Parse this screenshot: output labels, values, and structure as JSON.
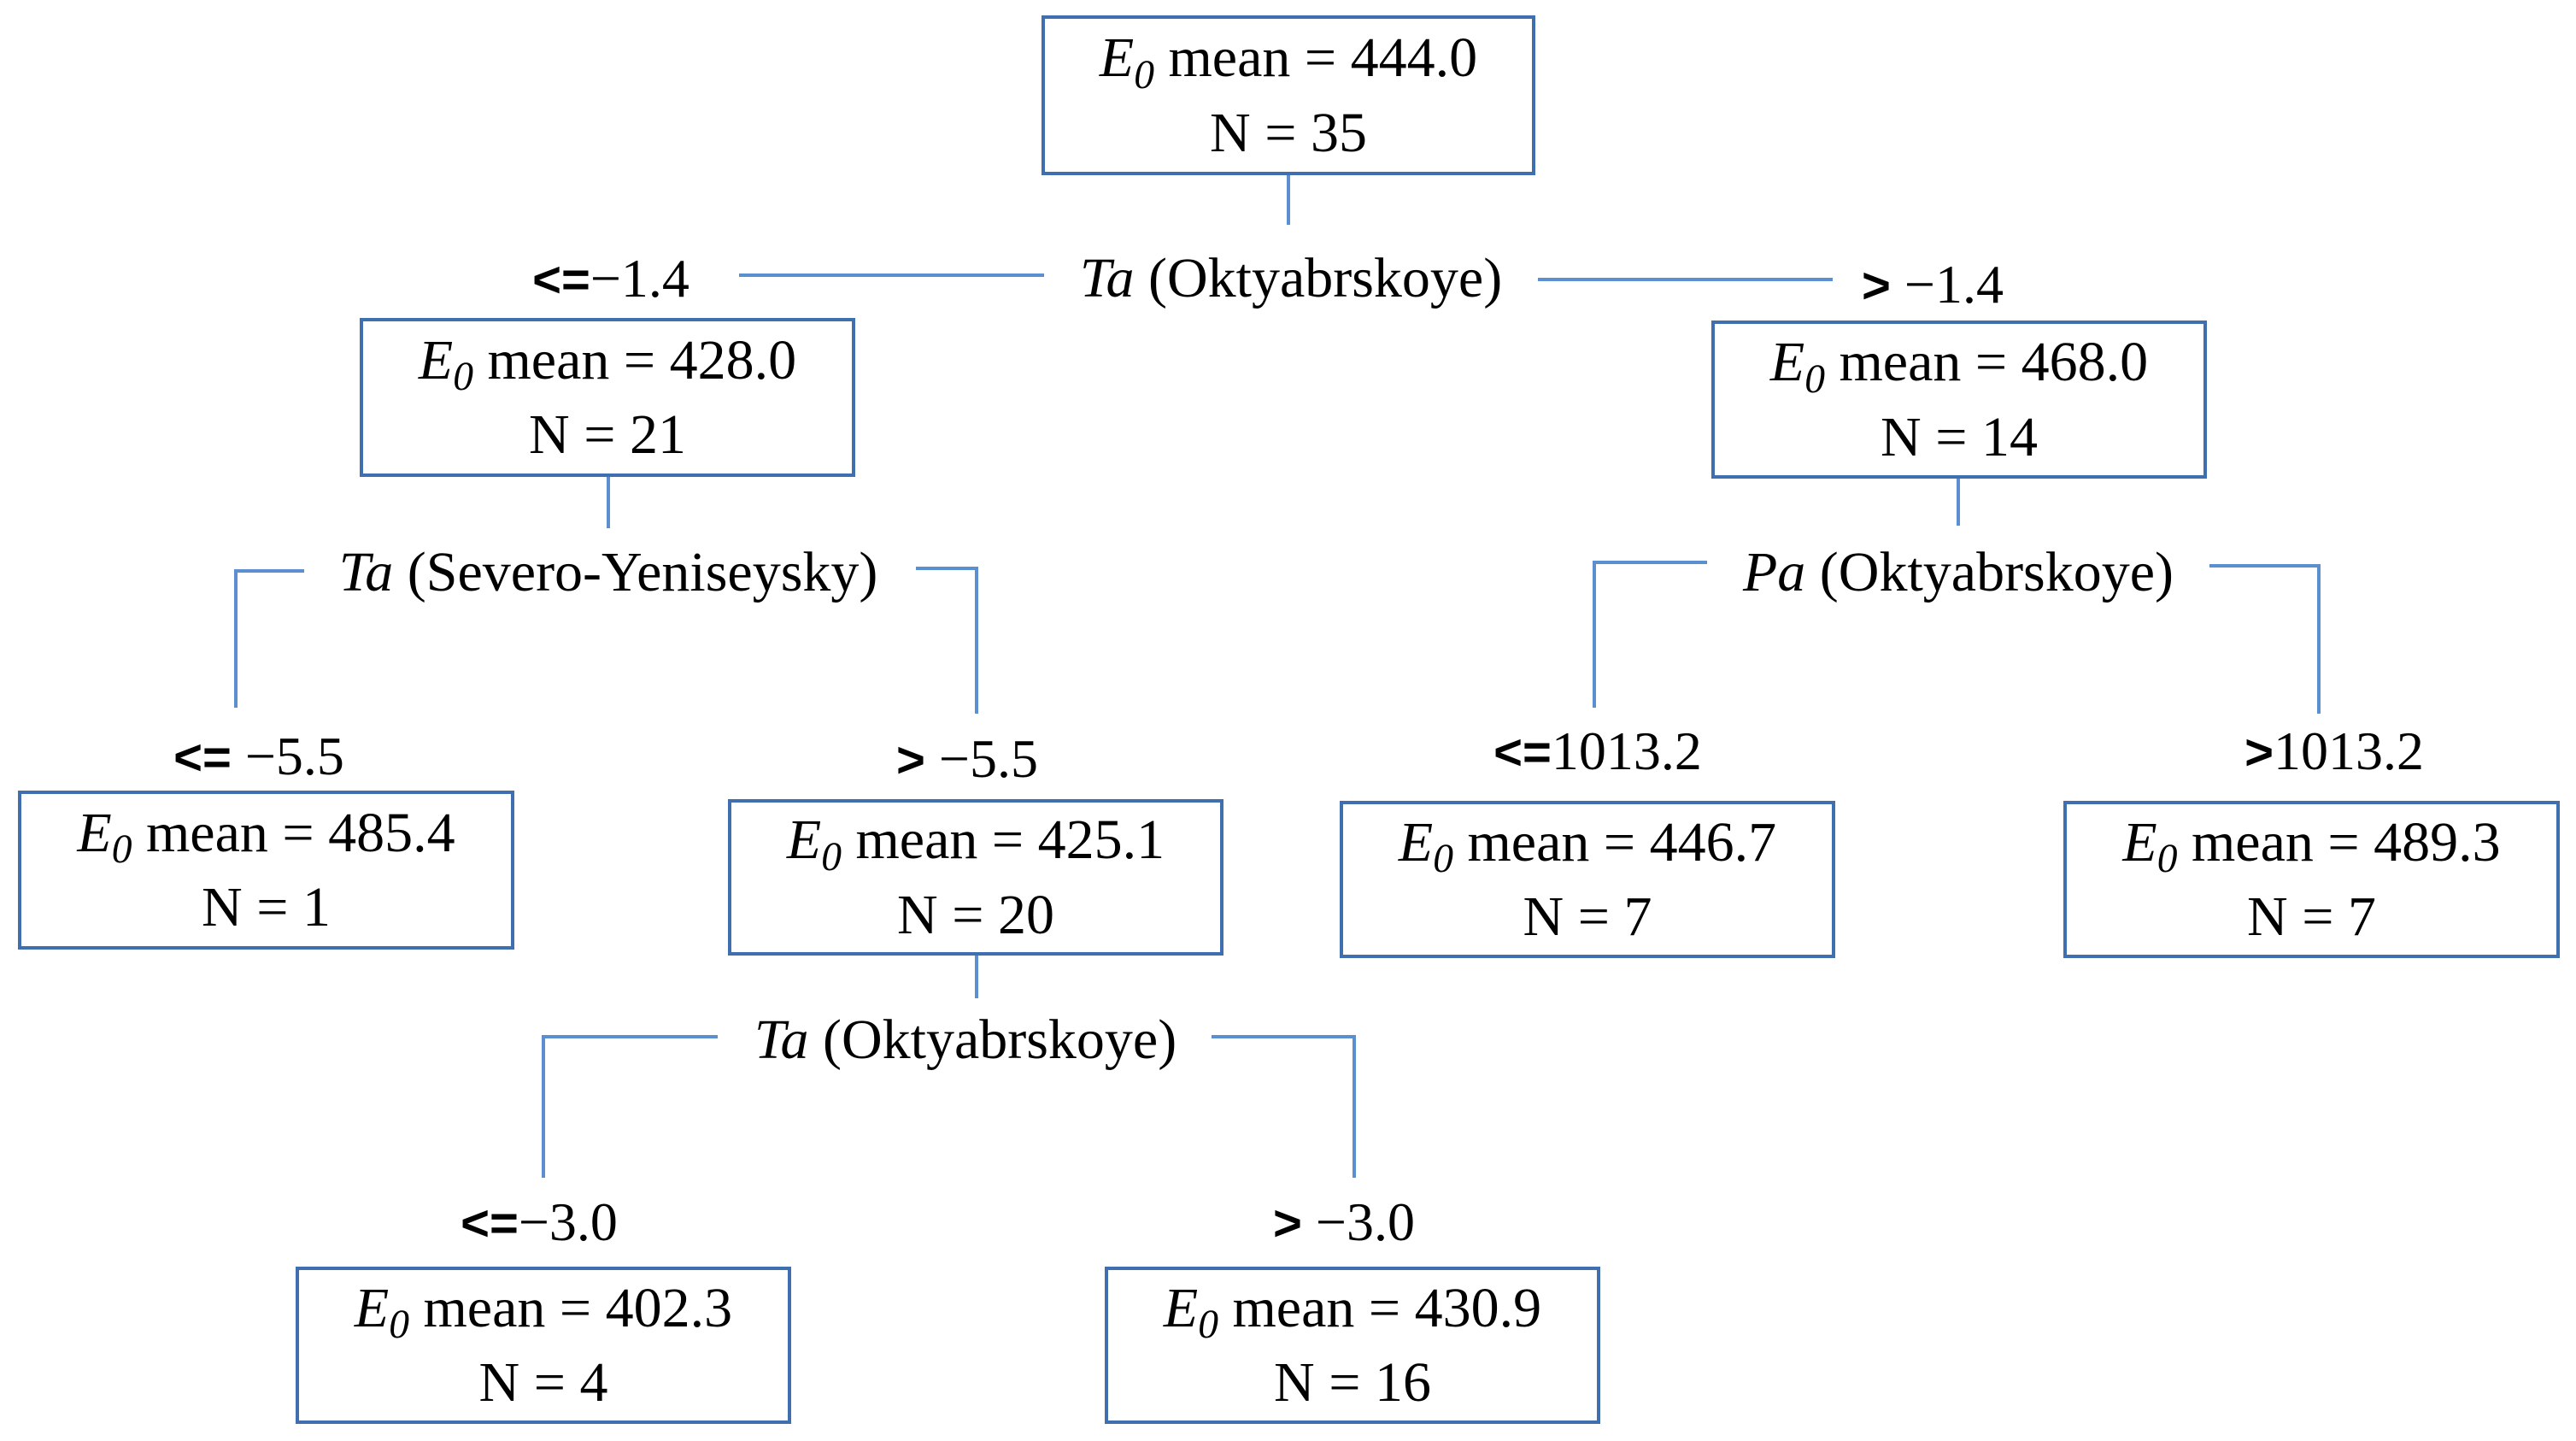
{
  "labels": {
    "mean_prefix": "E",
    "mean_subscript": "0",
    "mean_text": "mean =",
    "count_text": "N ="
  },
  "nodes": {
    "root": {
      "mean": "444.0",
      "n": "35"
    },
    "left": {
      "mean": "428.0",
      "n": "21"
    },
    "right": {
      "mean": "468.0",
      "n": "14"
    },
    "ll": {
      "mean": "485.4",
      "n": "1"
    },
    "lr": {
      "mean": "425.1",
      "n": "20"
    },
    "rl": {
      "mean": "446.7",
      "n": "7"
    },
    "rr": {
      "mean": "489.3",
      "n": "7"
    },
    "lrl": {
      "mean": "402.3",
      "n": "4"
    },
    "lrr": {
      "mean": "430.9",
      "n": "16"
    }
  },
  "splits": {
    "root": {
      "variable": "Ta",
      "station": "(Oktyabrskoye)"
    },
    "left": {
      "variable": "Ta",
      "station": "(Severo-Yeniseysky)"
    },
    "right": {
      "variable": "Pa",
      "station": "(Oktyabrskoye)"
    },
    "lr": {
      "variable": "Ta",
      "station": "(Oktyabrskoye)"
    }
  },
  "conditions": {
    "root_left": {
      "op": "<=",
      "value": "−1.4"
    },
    "root_right": {
      "op": ">",
      "value": "−1.4"
    },
    "left_left": {
      "op": "<=",
      "value": "−5.5"
    },
    "left_right": {
      "op": ">",
      "value": "−5.5"
    },
    "right_left": {
      "op": "<=",
      "value": "1013.2"
    },
    "right_right": {
      "op": ">",
      "value": "1013.2"
    },
    "lr_left": {
      "op": "<=",
      "value": "−3.0"
    },
    "lr_right": {
      "op": ">",
      "value": "−3.0"
    }
  },
  "colors": {
    "edge": "#5b8fd0",
    "node_border": "#3f6fae"
  }
}
